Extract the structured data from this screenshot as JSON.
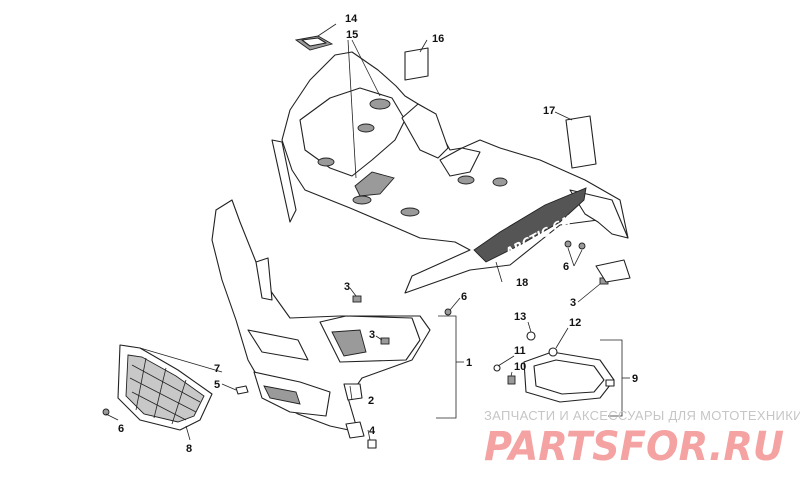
{
  "callouts": {
    "c1": "1",
    "c2": "2",
    "c3a": "3",
    "c3b": "3",
    "c3c": "3",
    "c4": "4",
    "c5": "5",
    "c6a": "6",
    "c6b": "6",
    "c6c": "6",
    "c7": "7",
    "c8": "8",
    "c9": "9",
    "c10": "10",
    "c11": "11",
    "c12": "12",
    "c13": "13",
    "c14": "14",
    "c15": "15",
    "c16": "16",
    "c17": "17",
    "c18": "18"
  },
  "decal_text": "ARCTIC CAT",
  "watermark": {
    "tagline": "ЗАПЧАСТИ И АКСЕССУАРЫ ДЛЯ МОТОТЕХНИКИ",
    "brand": "PARTSFOR.RU"
  },
  "colors": {
    "watermark_brand": "#f4a2a2",
    "watermark_tagline": "#c6c6c6",
    "linework": "#222222"
  }
}
